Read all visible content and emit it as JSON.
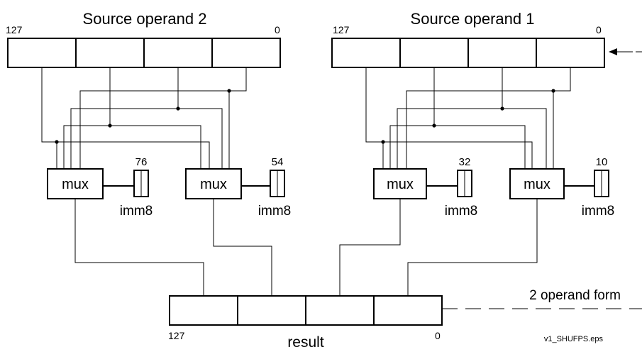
{
  "source2": {
    "title": "Source operand 2",
    "bit_high": "127",
    "bit_low": "0"
  },
  "source1": {
    "title": "Source operand 1",
    "bit_high": "127",
    "bit_low": "0"
  },
  "muxes": [
    {
      "label": "mux",
      "selector": "76",
      "imm_label": "imm8"
    },
    {
      "label": "mux",
      "selector": "54",
      "imm_label": "imm8"
    },
    {
      "label": "mux",
      "selector": "32",
      "imm_label": "imm8"
    },
    {
      "label": "mux",
      "selector": "10",
      "imm_label": "imm8"
    }
  ],
  "result": {
    "title": "result",
    "bit_high": "127",
    "bit_low": "0"
  },
  "form_label": "2 operand form",
  "file_label": "v1_SHUFPS.eps"
}
